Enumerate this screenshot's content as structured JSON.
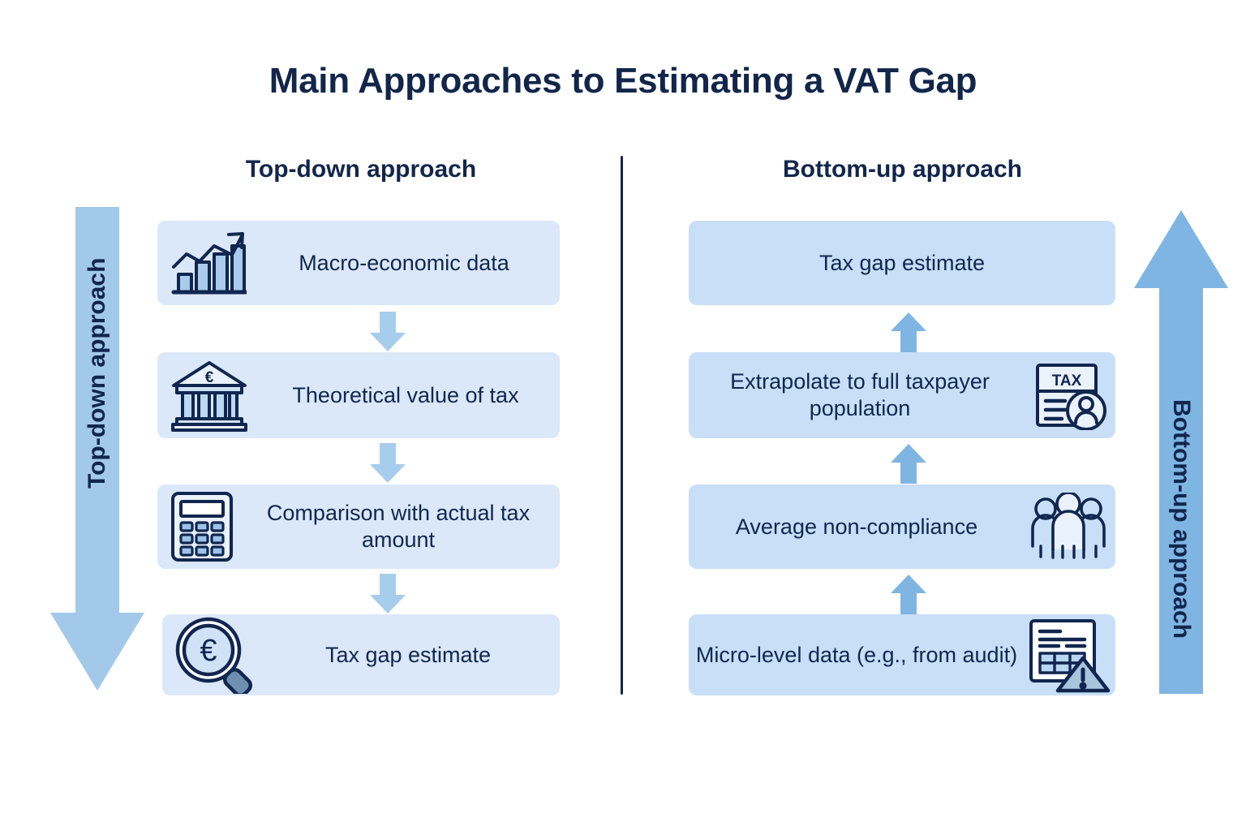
{
  "title": "Main Approaches to Estimating a VAT Gap",
  "columns": {
    "left": {
      "header": "Top-down approach",
      "side_arrow_label": "Top-down approach",
      "direction": "down",
      "steps": [
        {
          "label": "Macro-economic data",
          "icon": "bar-chart-growth-icon"
        },
        {
          "label": "Theoretical value of tax",
          "icon": "bank-euro-icon"
        },
        {
          "label": "Comparison with actual tax amount",
          "icon": "calculator-icon"
        },
        {
          "label": "Tax gap estimate",
          "icon": "magnifier-euro-icon"
        }
      ]
    },
    "right": {
      "header": "Bottom-up approach",
      "side_arrow_label": "Bottom-up approach",
      "direction": "up",
      "steps": [
        {
          "label": "Tax gap estimate",
          "icon": "none"
        },
        {
          "label": "Extrapolate to full taxpayer population",
          "icon": "tax-document-person-icon"
        },
        {
          "label": "Average non-compliance",
          "icon": "people-group-icon"
        },
        {
          "label": "Micro-level data (e.g., from audit)",
          "icon": "spreadsheet-warning-icon"
        }
      ]
    }
  },
  "icon_labels": {
    "tax_document": "TAX"
  },
  "colors": {
    "title_text": "#12264a",
    "box_fill_left": "#dbe8f9",
    "box_fill_right": "#c8dff7",
    "box_text": "#11264f",
    "arrow_left_fill": "#a3c9ea",
    "arrow_right_fill": "#7fb5e2",
    "connector_fill": "#a7cdec",
    "divider": "#11264f",
    "icon_stroke": "#11264f",
    "background": "#ffffff"
  }
}
